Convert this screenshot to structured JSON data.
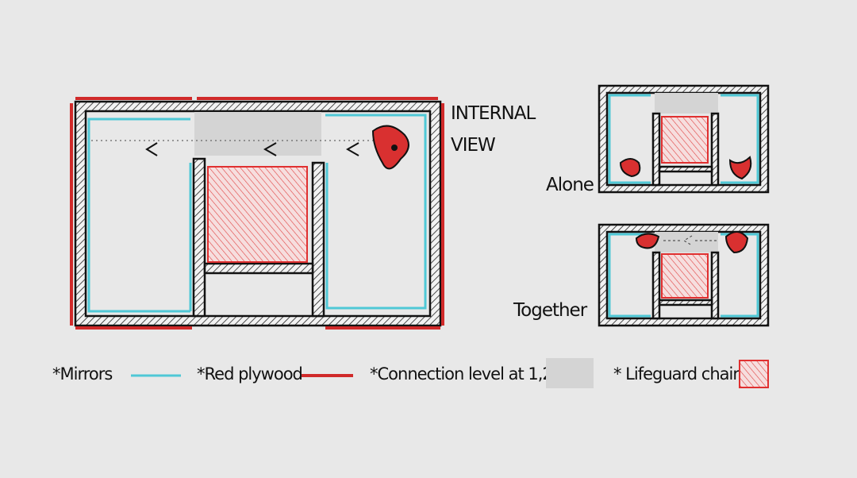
{
  "title": {
    "line1": "INTERNAL",
    "line2": "VIEW"
  },
  "small_plans": {
    "alone": "Alone",
    "together": "Together"
  },
  "legend": {
    "mirrors": "*Mirrors",
    "red_plywood": "*Red plywood",
    "connection": "*Connection level at 1,2m",
    "lifeguard": "* Lifeguard chair"
  },
  "colors": {
    "mirror": "#4fc8d6",
    "plywood": "#d02a2a",
    "connection": "#d4d4d4",
    "background": "#e8e8e8"
  }
}
